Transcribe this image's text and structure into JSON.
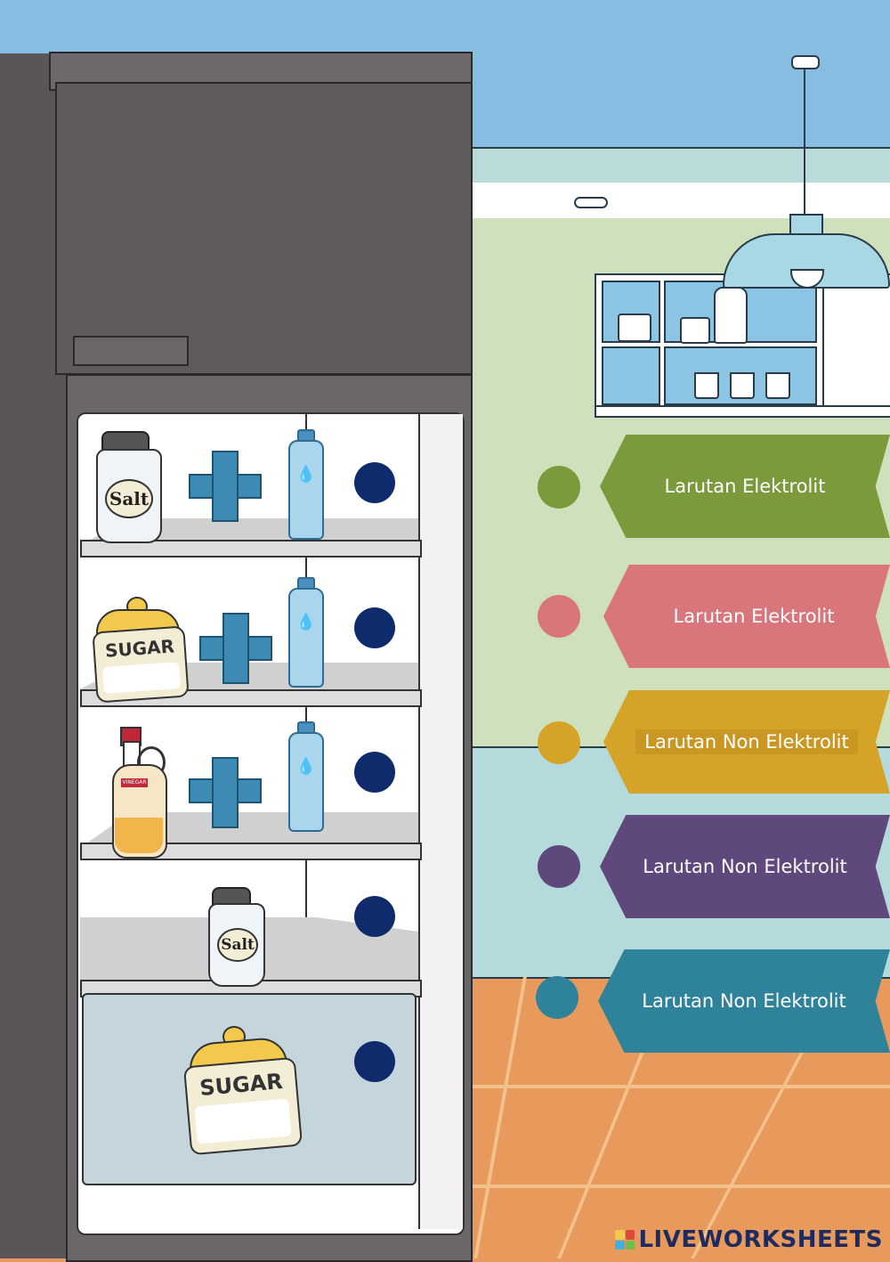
{
  "options": [
    {
      "label": "Larutan Elektrolit",
      "color": "#7a9a3c"
    },
    {
      "label": "Larutan Elektrolit",
      "color": "#d9767c"
    },
    {
      "label": "Larutan Non Elektrolit",
      "color": "#d4a328"
    },
    {
      "label": "Larutan Non Elektrolit",
      "color": "#5f487c"
    },
    {
      "label": "Larutan Non Elektrolit",
      "color": "#2e829a"
    }
  ],
  "items": {
    "salt_label": "Salt",
    "sugar_label": "SUGAR",
    "vinegar_label": "VINEGAR"
  },
  "drop_target_color": "#0f2b6b",
  "brand": "LIVEWORKSHEETS"
}
